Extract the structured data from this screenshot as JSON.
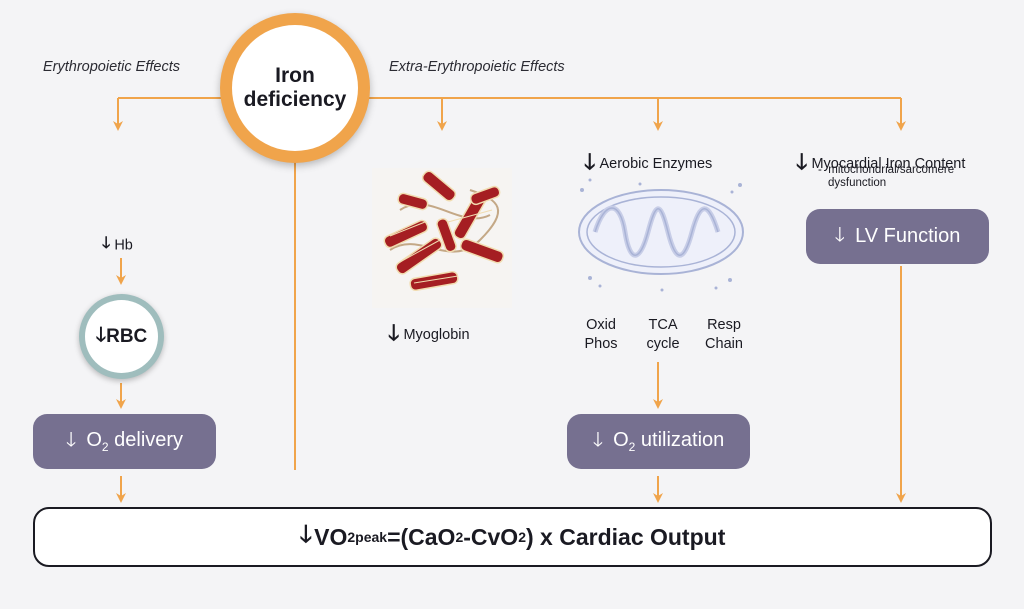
{
  "header": {
    "left_label": "Erythropoietic Effects",
    "right_label": "Extra-Erythropoietic Effects"
  },
  "hub": {
    "line1": "Iron",
    "line2": "deficiency"
  },
  "erythro": {
    "hb_label": "Hb",
    "rbc_label": "RBC",
    "o2_delivery": {
      "o": "O",
      "sub": "2",
      "rest": " delivery"
    }
  },
  "myoglobin": {
    "label": "Myoglobin"
  },
  "aerobic": {
    "label": "Aerobic Enzymes",
    "items": [
      {
        "l1": "Oxid",
        "l2": "Phos"
      },
      {
        "l1": "TCA",
        "l2": "cycle"
      },
      {
        "l1": "Resp",
        "l2": "Chain"
      }
    ],
    "o2_utilization": {
      "o": "O",
      "sub": "2",
      "rest": " utilization"
    }
  },
  "myocardial": {
    "label": "Myocardial Iron Content",
    "dash": "-",
    "sub_line1": "mitochondrial/sarcomere",
    "sub_line2": "dysfunction",
    "lv_function": "LV Function"
  },
  "formula": {
    "vo": "VO",
    "vo_sub": "2peak",
    "eq": "=(CaO",
    "ca_sub": "2",
    "mid": "-CvO",
    "cv_sub": "2",
    "tail": ") x Cardiac Output"
  },
  "symbols": {
    "down_arrow": "🡓"
  },
  "colors": {
    "orange": "#f0a44b",
    "purple": "#767090",
    "teal": "#9fbdbd"
  }
}
